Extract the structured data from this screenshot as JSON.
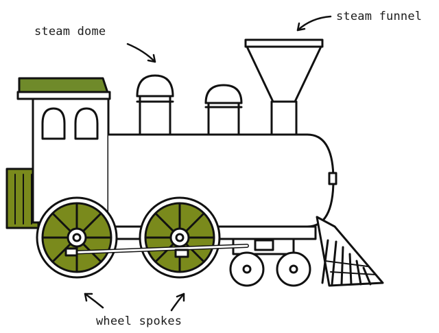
{
  "labels": {
    "steam_dome": "steam dome",
    "steam_funnel": "steam funnel",
    "wheel_spokes": "wheel spokes"
  },
  "colors": {
    "outline": "#111111",
    "accent_green": "#7a8a1c",
    "cab_roof_green": "#6f8a2a",
    "background": "#ffffff"
  }
}
